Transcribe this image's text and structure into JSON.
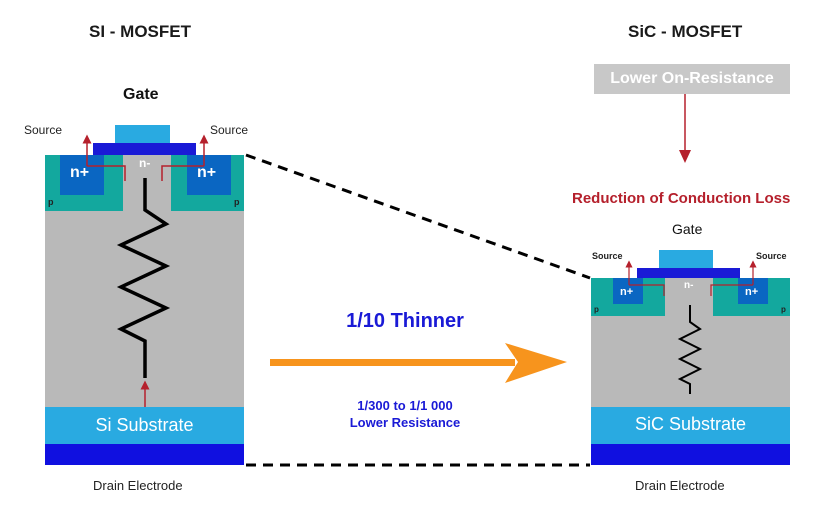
{
  "si": {
    "title": "SI - MOSFET",
    "gate": "Gate",
    "source_left": "Source",
    "source_right": "Source",
    "n_plus_left": "n+",
    "n_plus_right": "n+",
    "n_minus": "n-",
    "p_left": "p",
    "p_right": "p",
    "substrate": "Si Substrate",
    "drain": "Drain Electrode"
  },
  "sic": {
    "title": "SiC - MOSFET",
    "callout": "Lower On-Resistance",
    "reduction": "Reduction of Conduction Loss",
    "gate": "Gate",
    "source_left": "Source",
    "source_right": "Source",
    "n_plus_left": "n+",
    "n_plus_right": "n+",
    "n_minus": "n-",
    "p_left": "p",
    "p_right": "p",
    "substrate": "SiC Substrate",
    "drain": "Drain Electrode"
  },
  "comparison": {
    "thinner": "1/10 Thinner",
    "resistance_line1": "1/300 to 1/1 000",
    "resistance_line2": "Lower Resistance"
  },
  "colors": {
    "drift": "#b9b9b9",
    "p_region": "#13a89e",
    "n_plus": "#0a66c2",
    "gate": "#29aae1",
    "oxide": "#1a1ad6",
    "substrate": "#29aae1",
    "drain": "#1010e0",
    "arrow": "#f7941d",
    "red": "#b5202c"
  }
}
